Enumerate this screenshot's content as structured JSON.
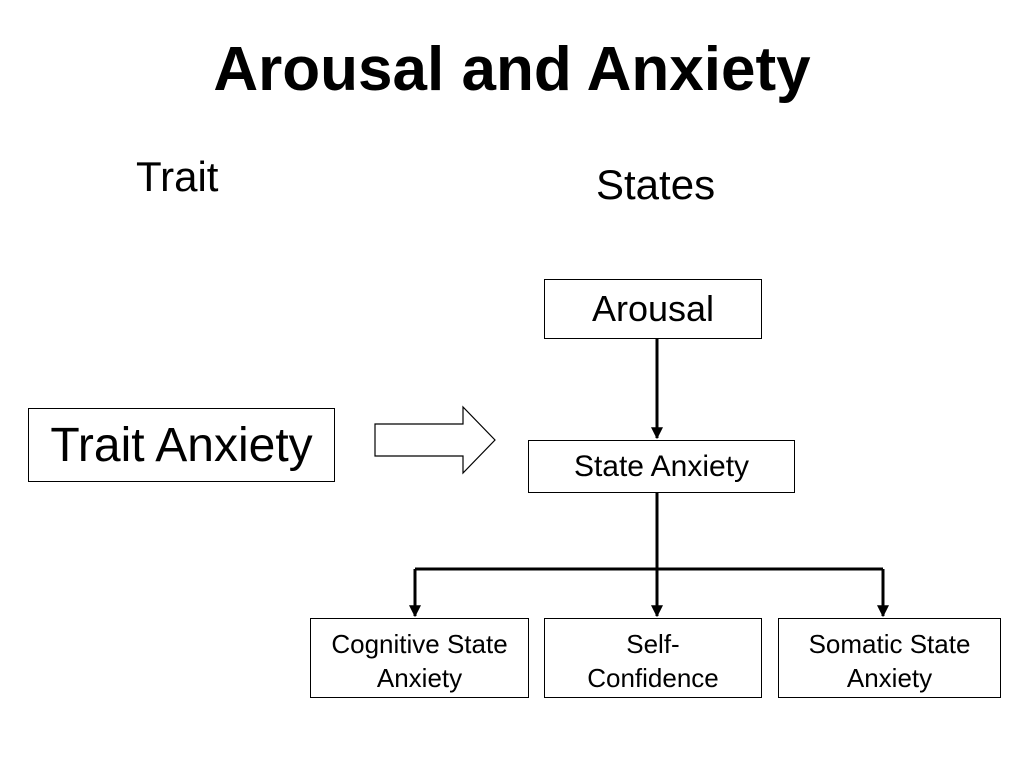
{
  "title": "Arousal and Anxiety",
  "headings": {
    "trait": "Trait",
    "states": "States"
  },
  "nodes": {
    "trait_anxiety": "Trait Anxiety",
    "arousal": "Arousal",
    "state_anxiety": "State Anxiety",
    "cognitive_state_anxiety": "Cognitive State\nAnxiety",
    "self_confidence": "Self-\nConfidence",
    "somatic_state_anxiety": "Somatic State\nAnxiety"
  },
  "edges": [
    {
      "from": "trait_anxiety",
      "to": "state_anxiety",
      "style": "block-arrow"
    },
    {
      "from": "arousal",
      "to": "state_anxiety",
      "style": "arrow"
    },
    {
      "from": "state_anxiety",
      "to": "cognitive_state_anxiety",
      "style": "arrow"
    },
    {
      "from": "state_anxiety",
      "to": "self_confidence",
      "style": "arrow"
    },
    {
      "from": "state_anxiety",
      "to": "somatic_state_anxiety",
      "style": "arrow"
    }
  ]
}
